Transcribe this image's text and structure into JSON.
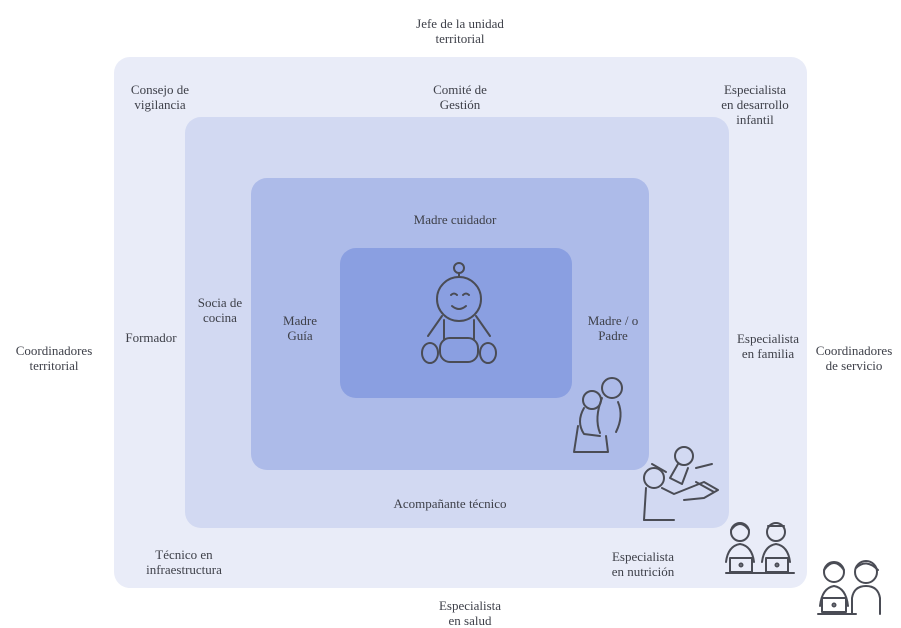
{
  "colors": {
    "layer1": "#e9ecf8",
    "layer2": "#d2d9f2",
    "layer3": "#adbbe9",
    "layer4": "#8a9fe1",
    "icon_stroke": "#4a4c55"
  },
  "outside": {
    "top": "Jefe de la unidad\nterritorial",
    "left": "Coordinadores\nterritorial",
    "right": "Coordinadores\nde servicio",
    "bottom": "Especialista\nen salud"
  },
  "layer1": {
    "top_left": "Consejo de\nvigilancia",
    "top_center": "Comité de\nGestión",
    "top_right": "Especialista\nen desarrollo\ninfantil",
    "left": "Formador",
    "right": "Especialista\nen familia",
    "bottom_left": "Técnico en\ninfraestructura",
    "bottom_right": "Especialista\nen nutrición"
  },
  "layer2": {
    "left": "Socia de\ncocina",
    "bottom": "Acompañante técnico"
  },
  "layer3": {
    "top": "Madre cuidador",
    "left": "Madre\nGuía",
    "right": "Madre / o\nPadre"
  },
  "icons": [
    "baby-icon",
    "mother-child-icon",
    "parent-playing-icon",
    "specialists-laptop-icon",
    "people-laptop-icon"
  ]
}
